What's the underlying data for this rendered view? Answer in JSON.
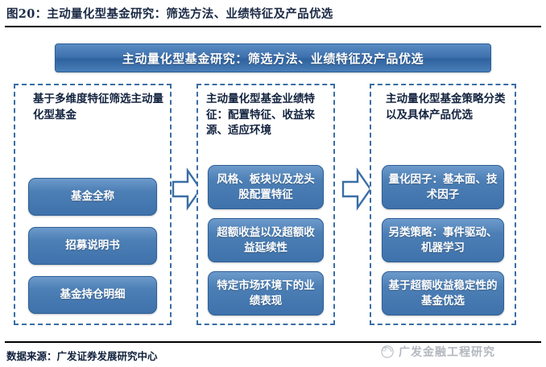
{
  "figure": {
    "caption": "图20：主动量化型基金研究：筛选方法、业绩特征及产品优选",
    "banner_title": "主动量化型基金研究：筛选方法、业绩特征及产品优选",
    "source_note": "数据来源：广发证券发展研究中心",
    "watermark_text": "广发金融工程研究",
    "watermark_logo_icon": "circle-swirl-logo-icon"
  },
  "colors": {
    "accent_blue": "#3f72ae",
    "chip_blue": "#4c7fb5",
    "border_blue": "#3a6ea5",
    "text_dark": "#12223e",
    "rule_black": "#000000"
  },
  "panels": [
    {
      "id": "panel-0",
      "heading": "基于多维度特征筛选主动量化型基金",
      "chips": [
        {
          "label": "基金全称"
        },
        {
          "label": "招募说明书"
        },
        {
          "label": "基金持仓明细"
        }
      ]
    },
    {
      "id": "panel-1",
      "heading": "主动量化型基金业绩特征：配置特征、收益来源、适应环境",
      "chips": [
        {
          "label": "风格、板块以及龙头股配置特征"
        },
        {
          "label": "超额收益以及超额收益延续性"
        },
        {
          "label": "特定市场环境下的业绩表现"
        }
      ]
    },
    {
      "id": "panel-2",
      "heading": "主动量化型基金策略分类以及具体产品优选",
      "chips": [
        {
          "label": "量化因子：基本面、技术因子"
        },
        {
          "label": "另类策略：事件驱动、机器学习"
        },
        {
          "label": "基于超额收益稳定性的基金优选"
        }
      ]
    }
  ],
  "arrows": [
    {
      "icon": "arrow-right-icon",
      "from": "panel-0",
      "to": "panel-1"
    },
    {
      "icon": "arrow-right-icon",
      "from": "panel-1",
      "to": "panel-2"
    }
  ]
}
